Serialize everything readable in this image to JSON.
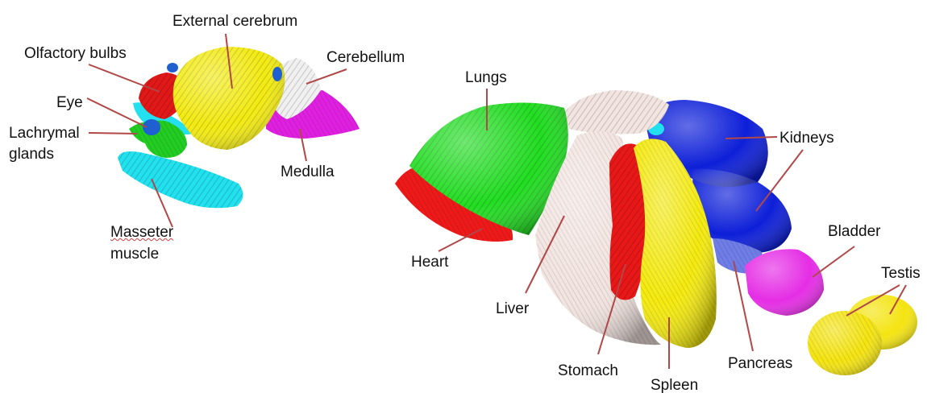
{
  "labels": {
    "external_cerebrum": "External cerebrum",
    "olfactory_bulbs": "Olfactory bulbs",
    "cerebellum": "Cerebellum",
    "eye": "Eye",
    "lachrymal_line1": "Lachrymal",
    "lachrymal_line2": "glands",
    "medulla": "Medulla",
    "masseter_line1": "Masseter",
    "masseter_line2": "muscle",
    "lungs": "Lungs",
    "kidneys": "Kidneys",
    "heart": "Heart",
    "liver": "Liver",
    "bladder": "Bladder",
    "testis": "Testis",
    "stomach": "Stomach",
    "spleen": "Spleen",
    "pancreas": "Pancreas"
  },
  "colors": {
    "leader_line": "#b04848",
    "cerebrum": "#f2ea12",
    "olfactory": "#e01818",
    "cerebellum": "#f0f0f0",
    "medulla": "#e020e0",
    "eye": "#1f5fd0",
    "lachrymal": "#22cc22",
    "masseter": "#22e0ee",
    "lungs": "#22dd22",
    "heart": "#ee1a1a",
    "liver": "#f2e4e0",
    "stomach": "#e81818",
    "spleen": "#f4ea10",
    "kidneys": "#0d1fd8",
    "pancreas": "#6f7de6",
    "bladder": "#e52de5",
    "testis": "#f4e412"
  }
}
